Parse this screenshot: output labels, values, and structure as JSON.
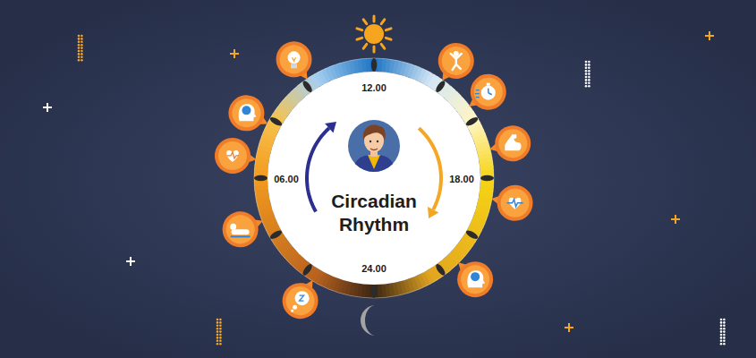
{
  "diagram": {
    "nodes": [
      {
        "text": [
          "Circadian Rhythm"
        ]
      }
    ],
    "labels": [
      "12.00",
      "06.00",
      "18.00",
      "24.00"
    ]
  }
}
